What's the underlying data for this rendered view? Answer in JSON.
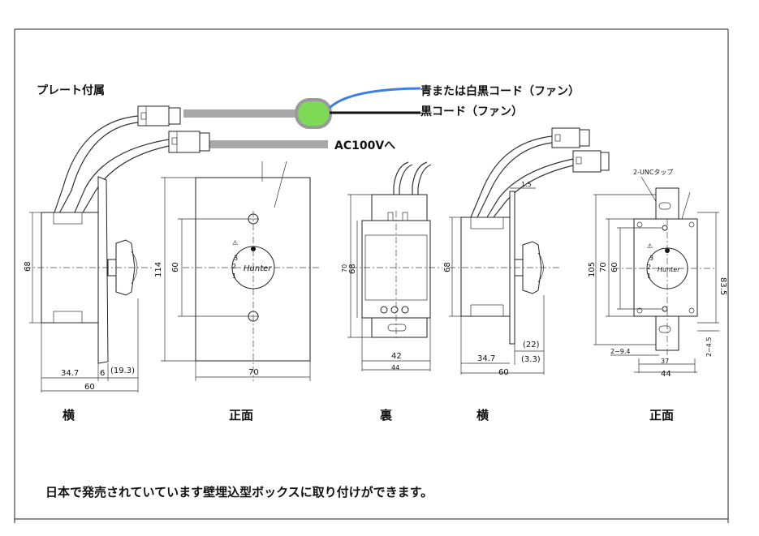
{
  "labels": {
    "plate_attached": "プレート付属",
    "wire_blue_white": "青または白黒コード（ファン）",
    "wire_black": "黒コード（ファン）",
    "to_ac100v": "AC100Vへ",
    "unc_tap": "2-UNCタップ",
    "footer_note": "日本で発売されていています壁埋込型ボックスに取り付けができます。"
  },
  "captions": {
    "side_left": "横",
    "front_left": "正面",
    "back": "裏",
    "side_right": "横",
    "front_right": "正面"
  },
  "dims": {
    "v68a": "68",
    "d34_7a": "34.7",
    "d6": "6",
    "d19_3": "(19.3)",
    "d60a": "60",
    "v114": "114",
    "v60a": "60",
    "d70a": "70",
    "v70a": "70",
    "v68b": "68",
    "d42": "42",
    "d44a": "44",
    "v68c": "68",
    "d1_5": "1.5",
    "d22": "(22)",
    "d3_3": "(3.3)",
    "d34_7b": "34.7",
    "d60b": "60",
    "v105": "105",
    "v70b": "70",
    "v60b": "60",
    "v83_5": "83.5",
    "d2_9_4": "2−9.4",
    "d37": "37",
    "d44b": "44",
    "d2_4_5": "2−4.5"
  },
  "knob": {
    "brand": "Hunter",
    "scale_1": "1",
    "scale_2": "2",
    "scale_3": "3"
  },
  "colors": {
    "wire_blue": "#3b7fe0",
    "led_green": "#7ed957",
    "gray_bar": "#a8a8a8"
  }
}
